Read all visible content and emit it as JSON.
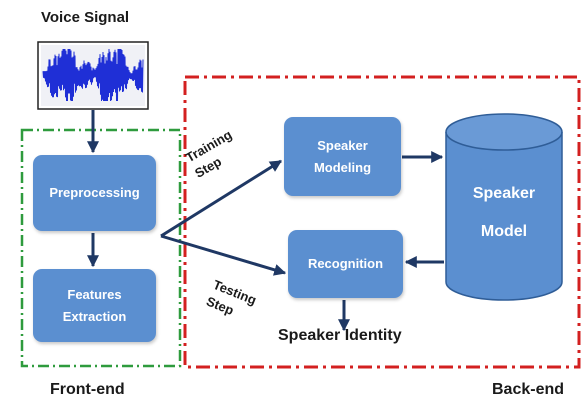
{
  "signal_label": "Voice Signal",
  "front_end_label": "Front-end",
  "back_end_label": "Back-end",
  "nodes": {
    "preprocessing": "Preprocessing",
    "features_extraction": "Features Extraction",
    "speaker_modeling": "Speaker Modeling",
    "recognition": "Recognition",
    "speaker_model": "Speaker Model"
  },
  "edge_labels": {
    "training_step": "Training Step",
    "testing_step": "Testing Step"
  },
  "output_label": "Speaker Identity",
  "colors": {
    "box_fill": "#5b8fd0",
    "arrow": "#1f3864",
    "front_end_border": "#2e9b3d",
    "back_end_border": "#d32020",
    "waveform": "#1f2fd6"
  }
}
